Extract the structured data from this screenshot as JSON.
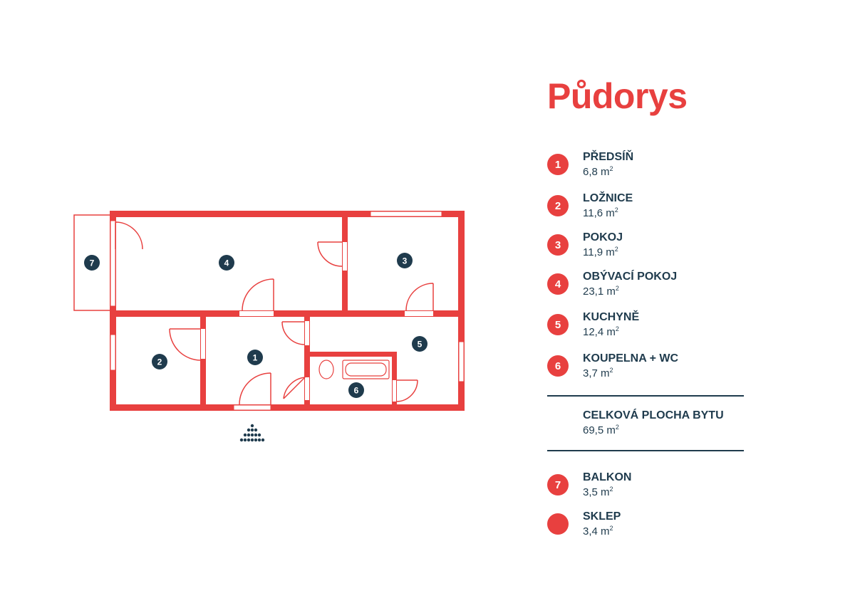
{
  "title": "Půdorys",
  "colors": {
    "accent": "#e8403f",
    "dark": "#1f3b4d",
    "wall": "#e8403f"
  },
  "rooms": [
    {
      "number": "1",
      "name": "PŘEDSÍŇ",
      "area": "6,8 m",
      "unit_sup": "2"
    },
    {
      "number": "2",
      "name": "LOŽNICE",
      "area": "11,6 m",
      "unit_sup": "2"
    },
    {
      "number": "3",
      "name": "POKOJ",
      "area": "11,9 m",
      "unit_sup": "2"
    },
    {
      "number": "4",
      "name": "OBÝVACÍ POKOJ",
      "area": "23,1 m",
      "unit_sup": "2"
    },
    {
      "number": "5",
      "name": "KUCHYNĚ",
      "area": "12,4 m",
      "unit_sup": "2"
    },
    {
      "number": "6",
      "name": "KOUPELNA + WC",
      "area": "3,7 m",
      "unit_sup": "2"
    }
  ],
  "total": {
    "name": "CELKOVÁ PLOCHA BYTU",
    "area": "69,5 m",
    "unit_sup": "2"
  },
  "extras": [
    {
      "number": "7",
      "name": "BALKON",
      "area": "3,5 m",
      "unit_sup": "2"
    },
    {
      "number": "",
      "name": "SKLEP",
      "area": "3,4 m",
      "unit_sup": "2"
    }
  ],
  "plan_labels": [
    "1",
    "2",
    "3",
    "4",
    "5",
    "6",
    "7"
  ],
  "compass_icon": "dots-triangle-icon"
}
